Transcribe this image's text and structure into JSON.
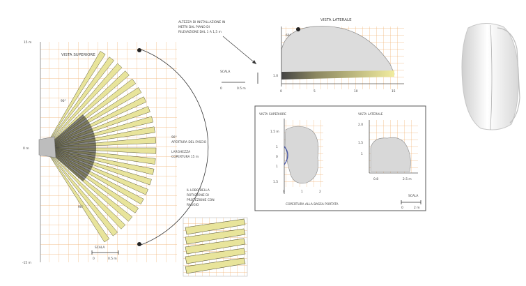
{
  "top_view": {
    "label": "VISTA SUPERIORE",
    "y_top": "15 m",
    "y_bottom": "-15 m",
    "left_tick": "0 m",
    "angle_note": "90°",
    "edge_note": "90°",
    "mid_note_lines": [
      "90°",
      "APERTURA DEL FASCIO",
      "LARGHEZZA",
      "COPERTURA 15 m"
    ],
    "scale_label": "SCALA",
    "scale_values": [
      "0",
      "0.5 m"
    ],
    "beam_color": "#e8e49b",
    "beam_dark": "#5a5a3a",
    "grid_color": "#f0b070"
  },
  "beam_detail": {
    "note_lines": [
      "IL LOBO DELLA",
      "ROTAZIONE DI",
      "PROTEZIONE CON",
      "RAGGIO"
    ]
  },
  "side_view": {
    "label": "VISTA LATERALE",
    "note_lines": [
      "ALTEZZA DI INSTALLAZIONE IN",
      "METRI DAL PIANO DI",
      "RILEVAZIONE DAL 1 A 1,5 m"
    ],
    "height_marker": "1.0",
    "angle": "60°",
    "x_ticks": [
      "0",
      "5",
      "10",
      "15"
    ],
    "scale_label": "SCALA",
    "scale_values": [
      "0",
      "0.5 m"
    ]
  },
  "coverage_box": {
    "left_label": "VISTA SUPERIORE",
    "right_label": "VISTA LATERALE",
    "left_ticks": [
      "1.5 m",
      "1",
      "0",
      "1",
      "1.5"
    ],
    "left_x": [
      "0",
      "1",
      "2"
    ],
    "right_ticks": [
      "2.0",
      "1.5",
      "1"
    ],
    "right_x": [
      "0.8",
      "2.5 m"
    ],
    "caption": "COPERTURA ALLA BASSA PORTATA",
    "scale_label": "SCALA",
    "scale_values": [
      "0",
      "2 m"
    ],
    "blob_fill": "#d8d8d8"
  },
  "product_image": {
    "name": "sensor-device"
  }
}
